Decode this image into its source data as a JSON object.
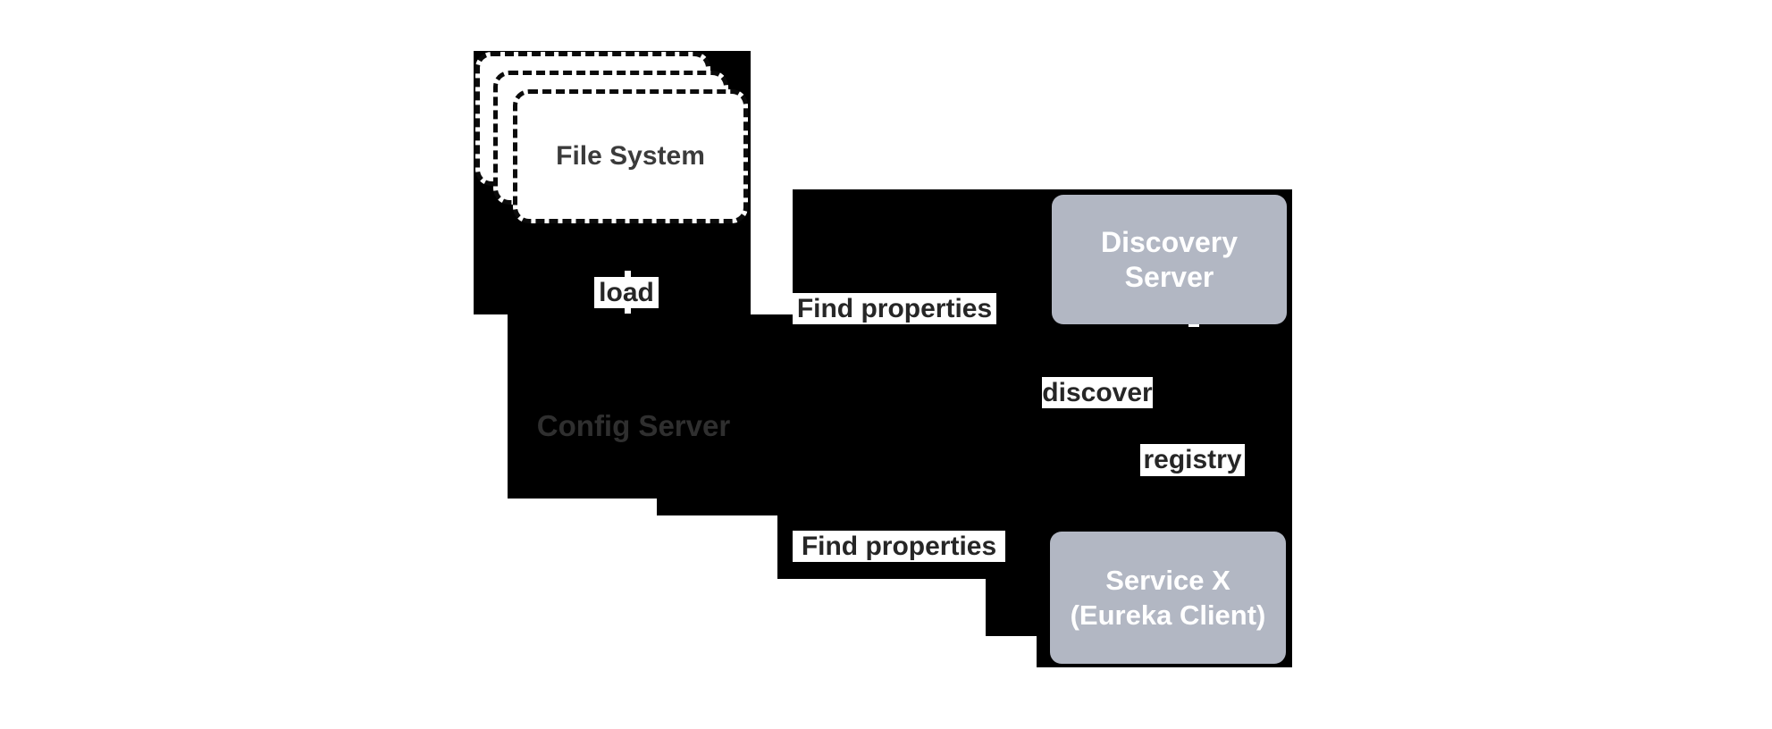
{
  "diagram": {
    "nodes": {
      "file_system": {
        "label": "File System"
      },
      "config_server": {
        "label": "Config Server"
      },
      "discovery_server": {
        "line1": "Discovery",
        "line2": "Server"
      },
      "service_x": {
        "line1": "Service X",
        "line2": "(Eureka Client)"
      }
    },
    "edge_labels": {
      "load": "load",
      "find_properties_top": "Find properties",
      "discover": "discover",
      "registry": "registry",
      "find_properties_bottom": "Find properties"
    },
    "colors": {
      "canvas_background": "#ffffff",
      "transparent_region": "#000000",
      "node_fill": "#b2b7c3",
      "node_text": "#ffffff",
      "edge_label_background": "#ffffff",
      "edge_label_text": "#262626",
      "config_server_text": "#2f2f2f",
      "file_system_text": "#3b3b3b",
      "dashed_border": "#0b0b0b"
    }
  }
}
